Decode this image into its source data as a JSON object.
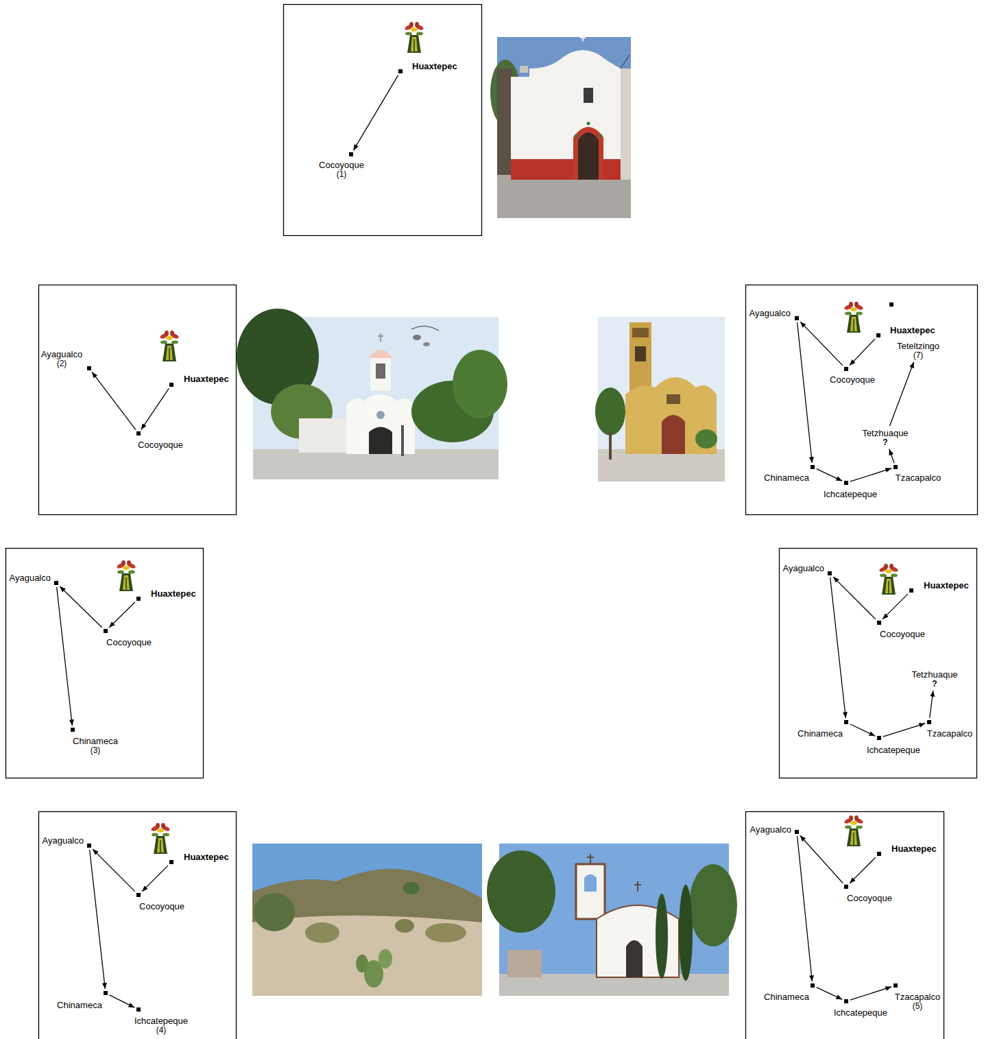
{
  "diagram": {
    "nodes": [
      {
        "text": [
          "Huaxtepec"
        ]
      },
      {
        "text": [
          "Cocoyoque",
          "(1)"
        ]
      },
      {
        "text": [
          "Ayagualco",
          "(2)"
        ]
      },
      {
        "text": [
          "Huaxtepec"
        ]
      },
      {
        "text": [
          "Cocoyoque"
        ]
      },
      {
        "text": [
          "Ayagualco"
        ]
      },
      {
        "text": [
          "Huaxtepec"
        ]
      },
      {
        "text": [
          "Teteltzingo",
          "(7)"
        ]
      },
      {
        "text": [
          "Cocoyoque"
        ]
      },
      {
        "text": [
          "Tetzhuaque",
          "?"
        ]
      },
      {
        "text": [
          "Chinameca"
        ]
      },
      {
        "text": [
          "Tzacapalco"
        ]
      },
      {
        "text": [
          "Ichcatepeque"
        ]
      },
      {
        "text": [
          "Ayagualco"
        ]
      },
      {
        "text": [
          "Huaxtepec"
        ]
      },
      {
        "text": [
          "Cocoyoque"
        ]
      },
      {
        "text": [
          "Chinameca",
          "(3)"
        ]
      },
      {
        "text": [
          "Ayagualco"
        ]
      },
      {
        "text": [
          "Huaxtepec"
        ]
      },
      {
        "text": [
          "Cocoyoque"
        ]
      },
      {
        "text": [
          "Tetzhuaque",
          "?"
        ]
      },
      {
        "text": [
          "Chinameca"
        ]
      },
      {
        "text": [
          "Tzacapalco"
        ]
      },
      {
        "text": [
          "Ichcatepeque"
        ]
      },
      {
        "text": [
          "Ayagualco"
        ]
      },
      {
        "text": [
          "Huaxtepec"
        ]
      },
      {
        "text": [
          "Cocoyoque"
        ]
      },
      {
        "text": [
          "Chinameca"
        ]
      },
      {
        "text": [
          "Ichcatepeque",
          "(4)"
        ]
      },
      {
        "text": [
          "Ayagualco"
        ]
      },
      {
        "text": [
          "Huaxtepec"
        ]
      },
      {
        "text": [
          "Cocoyoque"
        ]
      },
      {
        "text": [
          "Chinameca"
        ]
      },
      {
        "text": [
          "Tzacapalco",
          "(5)"
        ]
      },
      {
        "text": [
          "Ichcatepeque"
        ]
      }
    ],
    "edges": [
      {
        "from": 0,
        "to": 1,
        "arrow": "to"
      },
      {
        "from": 3,
        "to": 4,
        "arrow": "to"
      },
      {
        "from": 4,
        "to": 2,
        "arrow": "to"
      },
      {
        "from": 6,
        "to": 8,
        "arrow": "to"
      },
      {
        "from": 8,
        "to": 5,
        "arrow": "to"
      },
      {
        "from": 5,
        "to": 10,
        "arrow": "to"
      },
      {
        "from": 10,
        "to": 12,
        "arrow": "to"
      },
      {
        "from": 12,
        "to": 11,
        "arrow": "to"
      },
      {
        "from": 11,
        "to": 9,
        "arrow": "to"
      },
      {
        "from": 9,
        "to": 7,
        "arrow": "to"
      },
      {
        "from": 14,
        "to": 15,
        "arrow": "to"
      },
      {
        "from": 15,
        "to": 13,
        "arrow": "to"
      },
      {
        "from": 13,
        "to": 16,
        "arrow": "to"
      },
      {
        "from": 18,
        "to": 19,
        "arrow": "to"
      },
      {
        "from": 19,
        "to": 17,
        "arrow": "to"
      },
      {
        "from": 17,
        "to": 21,
        "arrow": "to"
      },
      {
        "from": 21,
        "to": 23,
        "arrow": "to"
      },
      {
        "from": 23,
        "to": 22,
        "arrow": "to"
      },
      {
        "from": 22,
        "to": 20,
        "arrow": "to"
      },
      {
        "from": 25,
        "to": 26,
        "arrow": "to"
      },
      {
        "from": 26,
        "to": 24,
        "arrow": "to"
      },
      {
        "from": 24,
        "to": 27,
        "arrow": "to"
      },
      {
        "from": 27,
        "to": 28,
        "arrow": "to"
      },
      {
        "from": 30,
        "to": 31,
        "arrow": "to"
      },
      {
        "from": 31,
        "to": 29,
        "arrow": "to"
      },
      {
        "from": 29,
        "to": 32,
        "arrow": "to"
      },
      {
        "from": 32,
        "to": 34,
        "arrow": "to"
      },
      {
        "from": 34,
        "to": 33,
        "arrow": "to"
      }
    ]
  }
}
